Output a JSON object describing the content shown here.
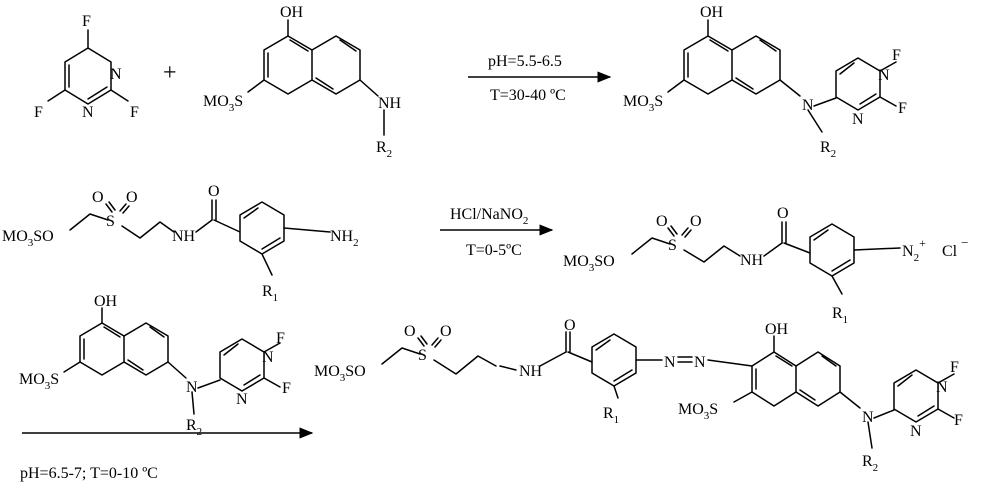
{
  "reaction1": {
    "reactant_a": {
      "f_top": "F",
      "f_left": "F",
      "f_right": "F",
      "n1": "N",
      "n2": "N"
    },
    "plus": "+",
    "reactant_b": {
      "oh": "OH",
      "so3": "MO",
      "so3_sub": "3",
      "so3_tail": "S",
      "nh": "NH",
      "r": "R",
      "r_sub": "2"
    },
    "cond_top": "pH=5.5-6.5",
    "cond_bottom": "T=30-40 ºC",
    "product": {
      "oh": "OH",
      "so3": "MO",
      "so3_sub": "3",
      "so3_tail": "S",
      "n": "N",
      "r": "R",
      "r_sub": "2",
      "f_top": "F",
      "f_right": "F",
      "n1": "N",
      "n2": "N"
    }
  },
  "reaction2": {
    "reactant": {
      "so3o": "MO",
      "so3o_sub": "3",
      "so3o_tail": "SO",
      "s": "S",
      "o1": "O",
      "o2": "O",
      "nh": "NH",
      "co": "O",
      "nh2": "NH",
      "nh2_sub": "2",
      "r": "R",
      "r_sub": "1"
    },
    "cond_top": "HCl/NaNO",
    "cond_top_sub": "2",
    "cond_bottom": "T=0-5ºC",
    "product": {
      "so3o": "MO",
      "so3o_sub": "3",
      "so3o_tail": "SO",
      "s": "S",
      "o1": "O",
      "o2": "O",
      "nh": "NH",
      "co": "O",
      "n2": "N",
      "n2_sub": "2",
      "n2_sup": "+",
      "cl": "Cl",
      "cl_sup": "−",
      "r": "R",
      "r_sub": "1"
    }
  },
  "reaction3": {
    "reactant": {
      "oh": "OH",
      "so3": "MO",
      "so3_sub": "3",
      "so3_tail": "S",
      "n": "N",
      "r": "R",
      "r_sub": "2",
      "f_top": "F",
      "f_right": "F",
      "n1": "N",
      "n2": "N"
    },
    "cond_bottom": "pH=6.5-7; T=0-10 ºC",
    "product": {
      "so3o": "MO",
      "so3o_sub": "3",
      "so3o_tail": "SO",
      "s": "S",
      "o1": "O",
      "o2": "O",
      "nh": "NH",
      "co": "O",
      "r1": "R",
      "r1_sub": "1",
      "azo_n1": "N",
      "azo_n2": "N",
      "oh": "OH",
      "so3": "MO",
      "so3_sub": "3",
      "so3_tail": "S",
      "n": "N",
      "r2": "R",
      "r2_sub": "2",
      "f_top": "F",
      "f_right": "F",
      "pn1": "N",
      "pn2": "N"
    }
  }
}
